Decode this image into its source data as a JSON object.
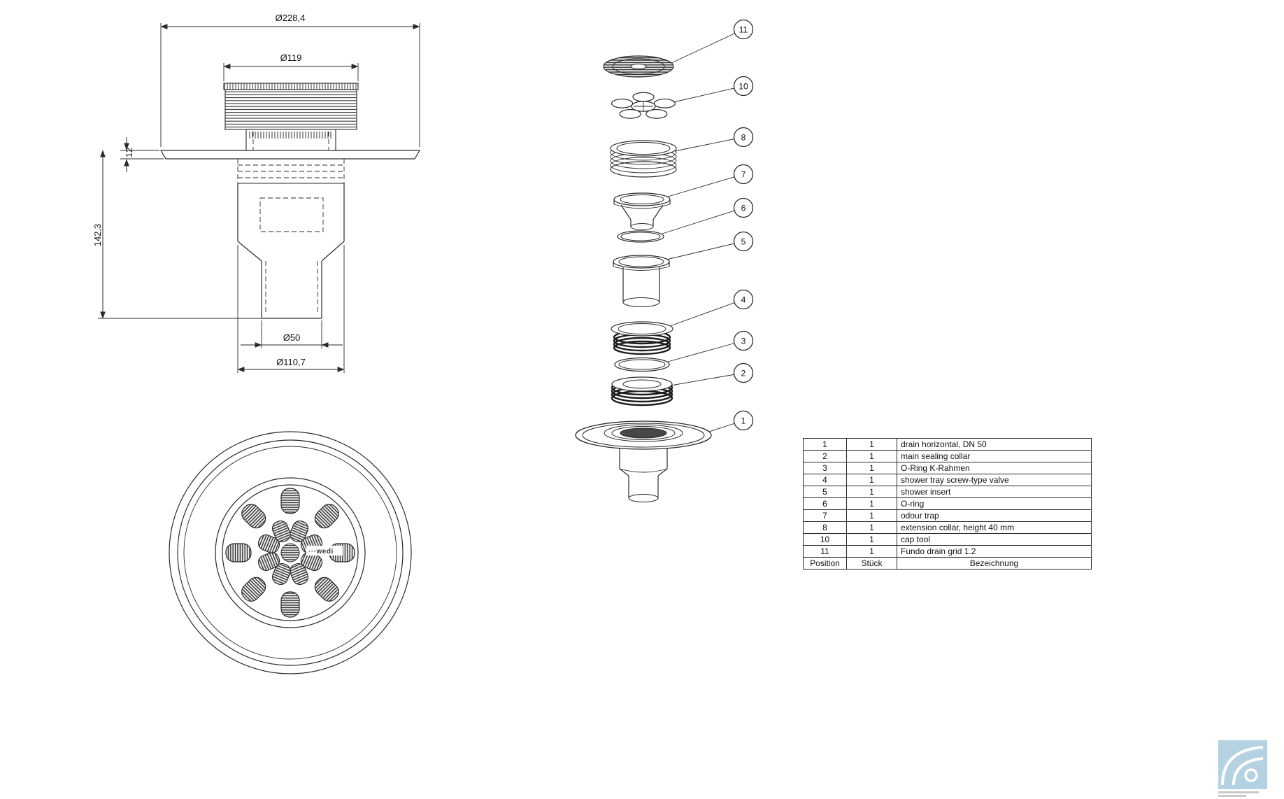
{
  "section_view": {
    "dim_outer_diameter": "Ø228,4",
    "dim_grid_diameter": "Ø119",
    "dim_flange_thickness": "12",
    "dim_total_height": "142,3",
    "dim_pipe_diameter": "Ø50",
    "dim_body_diameter": "Ø110,7"
  },
  "top_view": {
    "logo_text": "···wedi"
  },
  "exploded_view": {
    "balloons": [
      "11",
      "10",
      "8",
      "7",
      "6",
      "5",
      "4",
      "3",
      "2",
      "1"
    ]
  },
  "parts_table": {
    "rows": [
      {
        "position": "1",
        "qty": "1",
        "name": "drain horizontal, DN 50"
      },
      {
        "position": "2",
        "qty": "1",
        "name": "main sealing collar"
      },
      {
        "position": "3",
        "qty": "1",
        "name": "O-Ring K-Rahmen"
      },
      {
        "position": "4",
        "qty": "1",
        "name": "shower tray screw-type valve"
      },
      {
        "position": "5",
        "qty": "1",
        "name": "shower insert"
      },
      {
        "position": "6",
        "qty": "1",
        "name": "O-ring"
      },
      {
        "position": "7",
        "qty": "1",
        "name": "odour trap"
      },
      {
        "position": "8",
        "qty": "1",
        "name": "extension collar, height 40 mm"
      },
      {
        "position": "10",
        "qty": "1",
        "name": "cap tool"
      },
      {
        "position": "11",
        "qty": "1",
        "name": "Fundo drain grid 1.2"
      }
    ],
    "header": {
      "position": "Position",
      "qty": "Stück",
      "name": "Bezeichnung"
    }
  }
}
